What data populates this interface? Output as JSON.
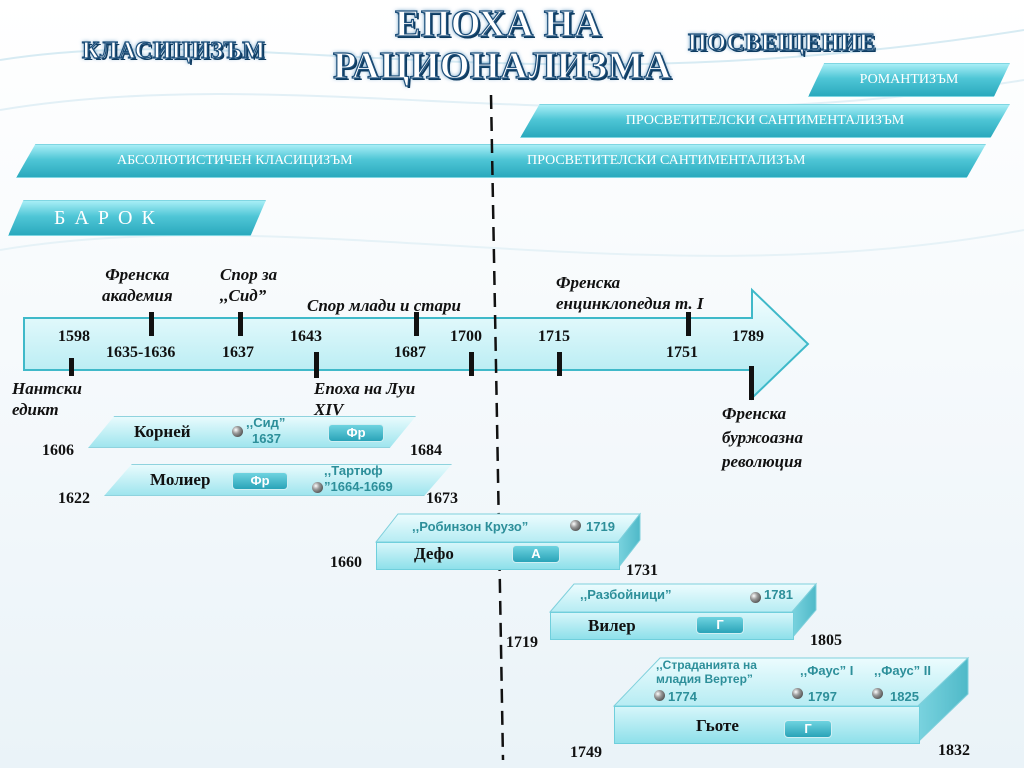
{
  "titles": {
    "main_line1": "ЕПОХА НА",
    "main_line2": "РАЦИОНАЛИЗМА",
    "left": "КЛАСИЦИЗЪМ",
    "right": "ПОСВЕЩЕНИЕ"
  },
  "ribbons": {
    "romanticism": "РОМАНТИЗЪМ",
    "sentimentalism_top": "ПРОСВЕТИТЕЛСКИ САНТИМЕНТАЛИЗЪМ",
    "absolutist_classicism": "АБСОЛЮТИСТИЧЕН КЛАСИЦИЗЪМ",
    "sentimentalism_bottom": "ПРОСВЕТИТЕЛСКИ САНТИМЕНТАЛИЗЪМ",
    "baroque": "Б А Р О К"
  },
  "timeline": {
    "years": [
      "1598",
      "1635-1636",
      "1637",
      "1643",
      "1687",
      "1700",
      "1715",
      "1751",
      "1789"
    ],
    "events": {
      "academy": [
        "Френска",
        "академия"
      ],
      "cid_dispute": [
        "Спор за",
        ",,Сид”"
      ],
      "ancients_moderns": "Спор млади и стари",
      "encyclopedia": [
        "Френска",
        "енцинклопедия т. І"
      ],
      "nantes": [
        "Нантски",
        "едикт"
      ],
      "louis": [
        "Епоха на Луи",
        "XIV"
      ],
      "revolution": [
        "Френска",
        "буржоазна",
        "революция"
      ]
    }
  },
  "authors": [
    {
      "name": "Корней",
      "country": "Фр",
      "works": [
        {
          "title": ",,Сид”",
          "year": "1637"
        }
      ],
      "birth": "1606",
      "death": "1684"
    },
    {
      "name": "Молиер",
      "country": "Фр",
      "works": [
        {
          "title": ",,Тартюф",
          "year": "”1664-1669"
        }
      ],
      "birth": "1622",
      "death": "1673"
    },
    {
      "name": "Дефо",
      "country": "А",
      "works": [
        {
          "title": ",,Робинзон Крузо”",
          "year": "1719"
        }
      ],
      "birth": "1660",
      "death": "1731"
    },
    {
      "name": "Вилер",
      "country": "Г",
      "works": [
        {
          "title": ",,Разбойници”",
          "year": "1781"
        }
      ],
      "birth": "1719",
      "death": "1805"
    },
    {
      "name": "Гьоте",
      "country": "Г",
      "works": [
        {
          "title": ",,Страданията на",
          "title2": "младия Вертер”",
          "year": "1774"
        },
        {
          "title": ",,Фаус” I",
          "year": "1797"
        },
        {
          "title": ",,Фаус” II",
          "year": "1825"
        }
      ],
      "birth": "1749",
      "death": "1832"
    }
  ]
}
